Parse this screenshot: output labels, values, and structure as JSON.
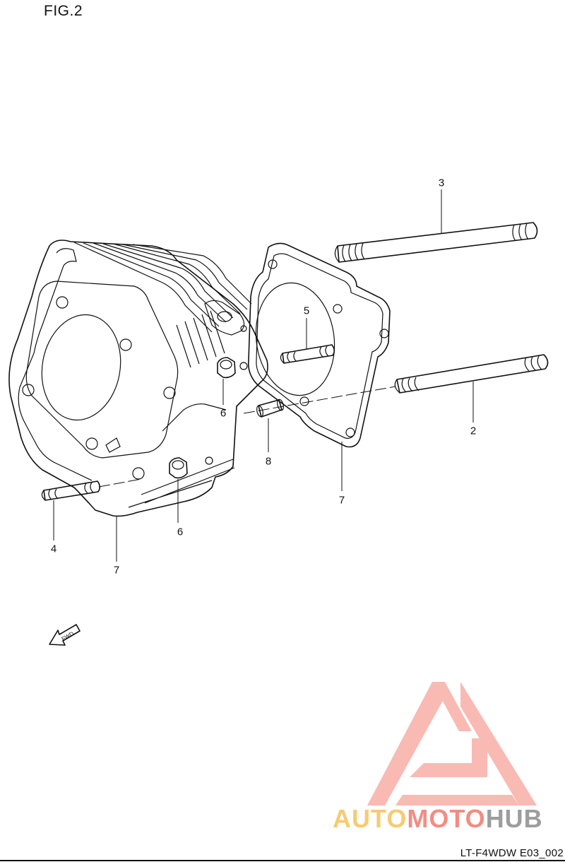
{
  "figure": {
    "title": "FIG.2",
    "drawing_code": "LT-F4WDW E03_002"
  },
  "fwd_marker": {
    "text": "FWD"
  },
  "watermark": {
    "part1": "AUTO",
    "part2": "MOTO",
    "part3": "HUB"
  },
  "callouts": [
    {
      "number": "3"
    },
    {
      "number": "5"
    },
    {
      "number": "2"
    },
    {
      "number": "6"
    },
    {
      "number": "8"
    },
    {
      "number": "7"
    },
    {
      "number": "4"
    },
    {
      "number": "6"
    },
    {
      "number": "7"
    }
  ],
  "colors": {
    "line": "#111111",
    "watermark_orange": "#f6c25a",
    "watermark_red": "#f07a6e",
    "watermark_gray": "#8d8d8d"
  }
}
